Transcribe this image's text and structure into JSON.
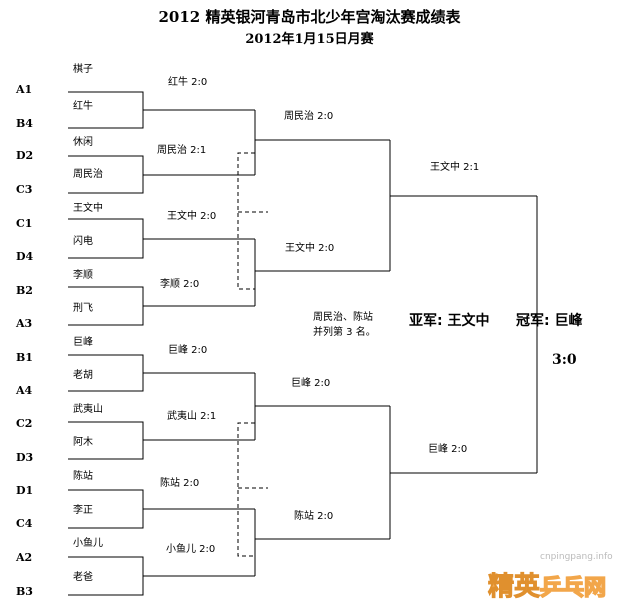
{
  "title": "2012 精英银河青岛市北少年宫淘汰赛成绩表",
  "subtitle": "2012年1月15日月赛",
  "seeds": [
    "A1",
    "B4",
    "D2",
    "C3",
    "C1",
    "D4",
    "B2",
    "A3",
    "B1",
    "A4",
    "C2",
    "D3",
    "D1",
    "C4",
    "A2",
    "B3"
  ],
  "players": [
    "棋子",
    "红牛",
    "休闲",
    "周民治",
    "王文中",
    "闪电",
    "李顺",
    "刑飞",
    "巨峰",
    "老胡",
    "武夷山",
    "阿木",
    "陈站",
    "李正",
    "小鱼儿",
    "老爸"
  ],
  "round1": [
    "红牛  2:0",
    "周民治  2:1",
    "王文中  2:0",
    "李顺  2:0",
    "巨峰  2:0",
    "武夷山  2:1",
    "陈站  2:0",
    "小鱼儿  2:0"
  ],
  "round2": [
    "周民治  2:0",
    "王文中  2:0",
    "巨峰  2:0",
    "陈站  2:0"
  ],
  "semis": [
    "王文中  2:1",
    "巨峰  2:0"
  ],
  "third_place": [
    "周民治、陈站",
    "并列第 3 名。"
  ],
  "runner_up": "亚军:  王文中",
  "champion": "冠军:  巨峰",
  "final_score": "3:0",
  "watermark": {
    "site": "cnpingpang.info",
    "brand": "精英",
    "sub": "乒乓网"
  },
  "colors": {
    "line": "#000000",
    "watermark": "#f2a64a"
  }
}
